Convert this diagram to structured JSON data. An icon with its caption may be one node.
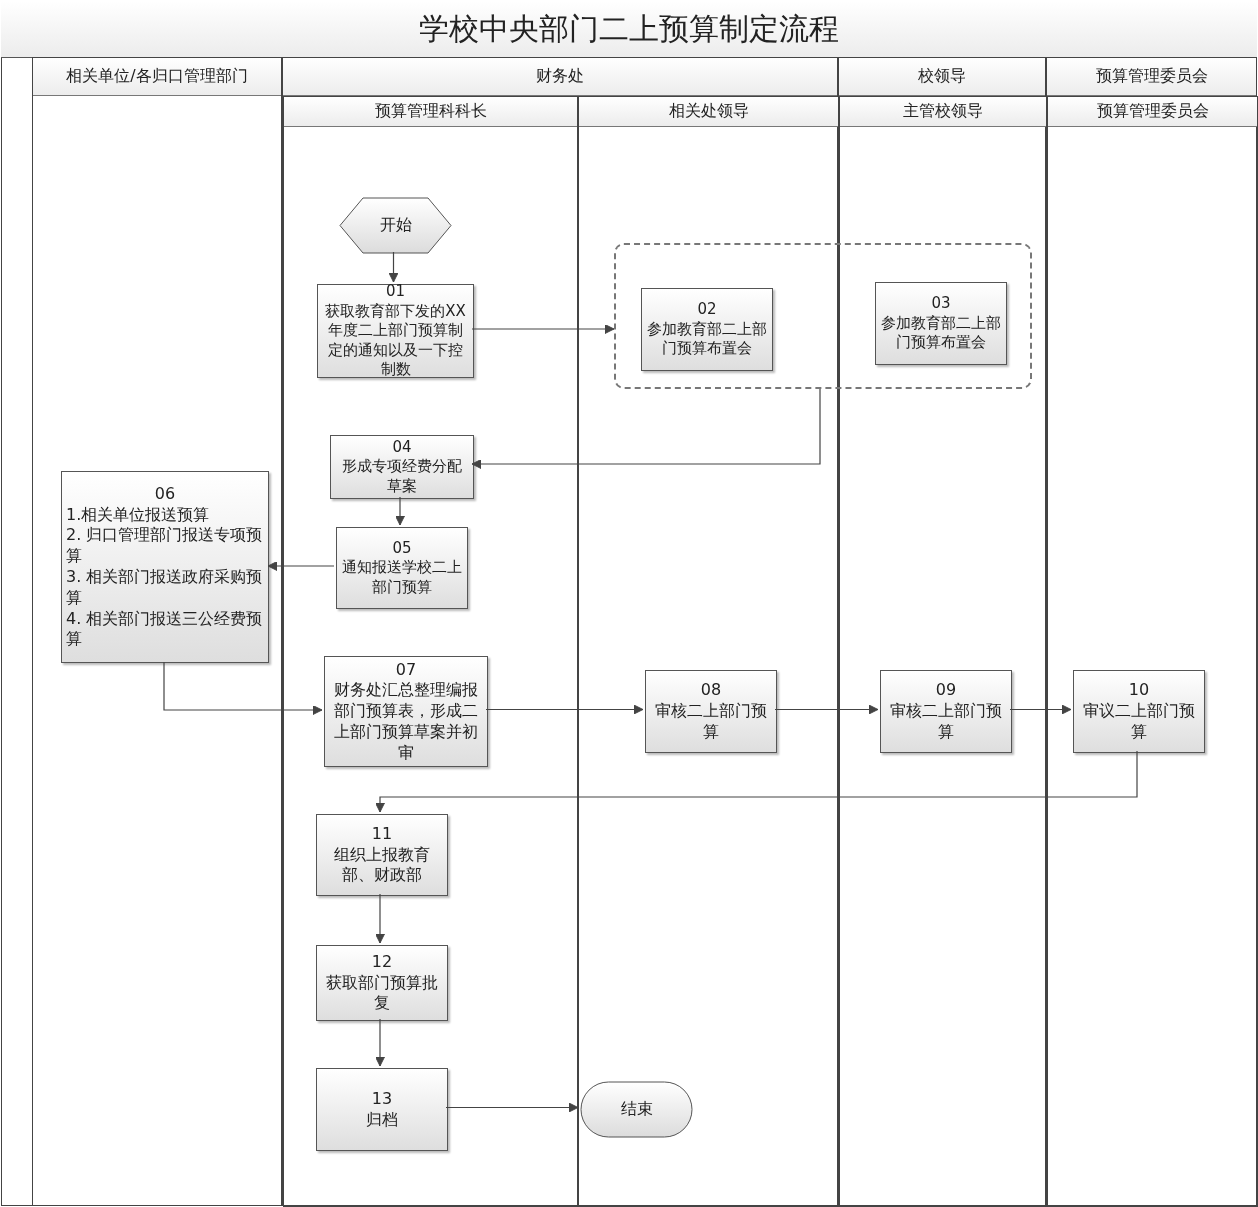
{
  "diagram": {
    "title": "学校中央部门二上预算制定流程",
    "nodes": [
      {
        "text": [
          "相关单位/各归口管理部门"
        ]
      },
      {
        "text": [
          "财务处"
        ]
      },
      {
        "text": [
          "预算管理科科长"
        ],
        "in": 1
      },
      {
        "text": [
          "相关处领导"
        ],
        "in": 1
      },
      {
        "text": [
          "校领导"
        ]
      },
      {
        "text": [
          "主管校领导"
        ],
        "in": 4
      },
      {
        "text": [
          "预算管理委员会"
        ]
      },
      {
        "text": [
          "预算管理委员会"
        ],
        "in": 6
      },
      {
        "text": [
          "开始"
        ],
        "in": 2
      },
      {
        "text": [
          "01",
          "获取教育部下发的XX年度二上部门预算制定的通知以及一下控制数"
        ],
        "in": 2
      },
      {
        "text": [],
        "shape": "box"
      },
      {
        "text": [
          "02",
          "参加教育部二上部门预算布置会"
        ]
      },
      {
        "text": [
          "03",
          "参加教育部二上部门预算布置会"
        ]
      },
      {
        "text": [
          "04",
          "形成专项经费分配草案"
        ],
        "in": 2
      },
      {
        "text": [
          "06",
          "1.相关单位报送预算",
          "2. 归口管理部门报送专项预算",
          "3. 相关部门报送政府采购预算",
          "4. 相关部门报送三公经费预算"
        ],
        "in": 0
      },
      {
        "text": [
          "05",
          "通知报送学校二上部门预算"
        ],
        "in": 2
      },
      {
        "text": [
          "07",
          "财务处汇总整理编报部门预算表，形成二上部门预算草案并初审"
        ],
        "in": 2
      },
      {
        "text": [
          "08",
          "审核二上部门预算"
        ],
        "in": 3
      },
      {
        "text": [
          "09",
          "审核二上部门预算"
        ],
        "in": 5
      },
      {
        "text": [
          "10",
          "审议二上部门预算"
        ],
        "in": 7
      },
      {
        "text": [
          "11",
          "组织上报教育部、财政部"
        ],
        "in": 2
      },
      {
        "text": [
          "12",
          "获取部门预算批复"
        ],
        "in": 2
      },
      {
        "text": [
          "13",
          "归档"
        ],
        "in": 2
      },
      {
        "text": [
          "结束"
        ],
        "in": 3
      }
    ],
    "edges": [
      {
        "from": 8,
        "to": 9,
        "arrow": "to"
      },
      {
        "from": 9,
        "to": 10,
        "arrow": "to"
      },
      {
        "from": 10,
        "to": 13,
        "arrow": "to"
      },
      {
        "from": 13,
        "to": 15,
        "arrow": "to"
      },
      {
        "from": 15,
        "to": 14,
        "arrow": "to"
      },
      {
        "from": 14,
        "to": 16,
        "arrow": "to"
      },
      {
        "from": 16,
        "to": 17,
        "arrow": "to"
      },
      {
        "from": 17,
        "to": 18,
        "arrow": "to"
      },
      {
        "from": 18,
        "to": 19,
        "arrow": "to"
      },
      {
        "from": 19,
        "to": 20,
        "arrow": "to"
      },
      {
        "from": 20,
        "to": 21,
        "arrow": "to"
      },
      {
        "from": 21,
        "to": 22,
        "arrow": "to"
      },
      {
        "from": 22,
        "to": 23,
        "arrow": "to"
      }
    ]
  }
}
